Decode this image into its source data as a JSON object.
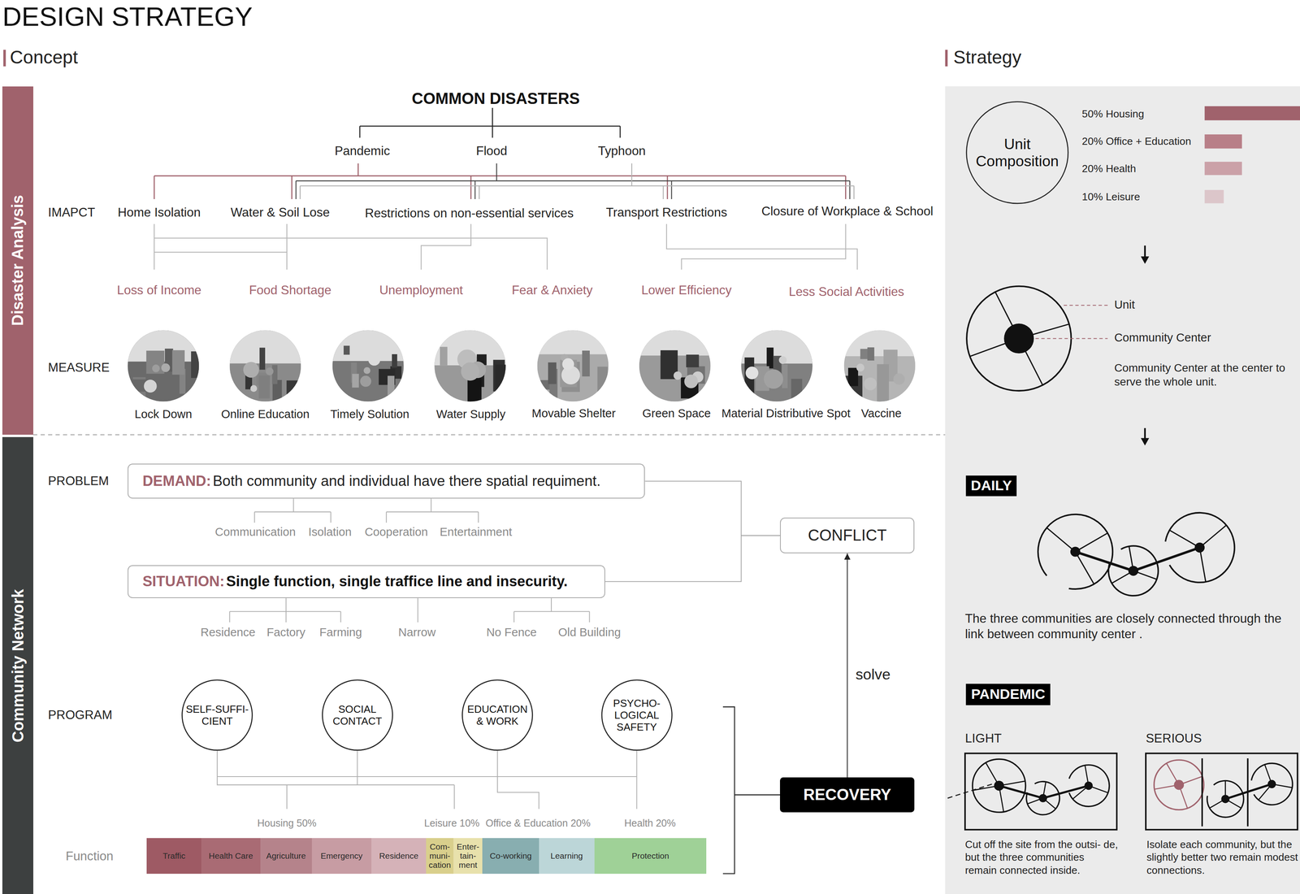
{
  "diagram": {
    "title": "DESIGN STRATEGY",
    "nodes": [
      {
        "text": [
          "Disaster Analysis"
        ]
      },
      {
        "text": [
          "Community Network"
        ]
      },
      {
        "text": [
          "DEMAND:",
          "Both community and individual have there spatial requiment."
        ]
      },
      {
        "text": [
          "CONFLICT"
        ]
      },
      {
        "text": [
          "SITUATION:",
          "Single function, single traffice line and insecurity."
        ]
      },
      {
        "text": [
          "SELF-SUFFI- CIENT"
        ]
      },
      {
        "text": [
          "SOCIAL CONTACT"
        ]
      },
      {
        "text": [
          "EDUCATION & WORK"
        ]
      },
      {
        "text": [
          "PSYCHO- LOGICAL SAFETY"
        ]
      },
      {
        "text": [
          "RECOVERY"
        ]
      },
      {
        "text": [
          "Traffic"
        ]
      },
      {
        "text": [
          "Health Care"
        ]
      },
      {
        "text": [
          "Agriculture"
        ]
      },
      {
        "text": [
          "Emergency"
        ]
      },
      {
        "text": [
          "Residence"
        ]
      },
      {
        "text": [
          "Com- muni- cation"
        ]
      },
      {
        "text": [
          "Enter- tain- ment"
        ]
      },
      {
        "text": [
          "Co-working"
        ]
      },
      {
        "text": [
          "Learning"
        ]
      },
      {
        "text": [
          "Protection"
        ]
      },
      {
        "text": [
          "Strategy"
        ]
      },
      {
        "text": [
          "Unit Composition"
        ],
        "in": 20
      },
      {
        "text": [
          "DAILY"
        ],
        "in": 20
      },
      {
        "text": [
          "PANDEMIC"
        ],
        "in": 20
      }
    ],
    "edges": [
      {
        "from": 2,
        "to": 3,
        "arrow": "none"
      },
      {
        "from": 4,
        "to": 3,
        "arrow": "none"
      },
      {
        "from": 9,
        "to": 3,
        "arrow": "to",
        "label": "solve"
      }
    ],
    "labels": [
      "Concept",
      "COMMON DISASTERS",
      "Pandemic",
      "Flood",
      "Typhoon",
      "IMAPCT",
      "Home Isolation",
      "Water & Soil Lose",
      "Restrictions on non-essential services",
      "Transport Restrictions",
      "Closure of Workplace & School",
      "Loss of Income",
      "Food Shortage",
      "Unemployment",
      "Fear & Anxiety",
      "Lower Efficiency",
      "Less Social Activities",
      "MEASURE",
      "Lock Down",
      "Online Education",
      "Timely Solution",
      "Water Supply",
      "Movable Shelter",
      "Green Space",
      "Material Distributive Spot",
      "Vaccine",
      "PROBLEM",
      "Communication",
      "Isolation",
      "Cooperation",
      "Entertainment",
      "Residence",
      "Factory",
      "Farming",
      "Narrow",
      "No Fence",
      "Old Building",
      "PROGRAM",
      "Housing 50%",
      "Leisure 10%",
      "Office & Education 20%",
      "Health 20%",
      "Function",
      "50% Housing",
      "20% Office + Education",
      "20% Health",
      "10% Leisure",
      "Unit",
      "Community Center",
      "Community Center at the center to serve the whole unit.",
      "The three communities are closely connected through the link between community center .",
      "LIGHT",
      "SERIOUS",
      "Cut off the site from the outsi- de, but the three communities remain connected inside.",
      "Isolate each community, but the slightly better two remain modest connections."
    ]
  }
}
